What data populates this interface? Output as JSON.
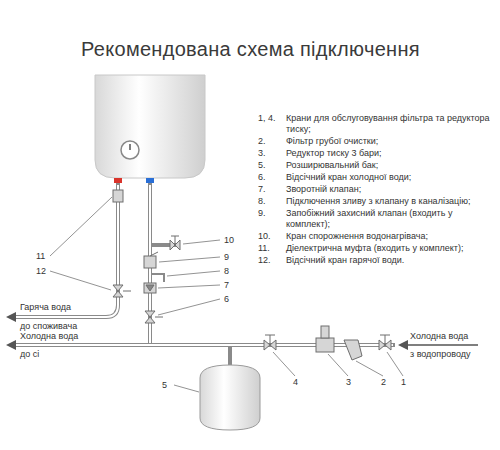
{
  "diagram": {
    "title": "Рекомендована схема підключення",
    "labels": [
      "1, 4.",
      "Крани для обслуговування фільтра та редуктора тиску;",
      "2.",
      "Фільтр грубої очистки;",
      "3.",
      "Редуктор тиску 3 бари;",
      "5.",
      "Розширювальний бак;",
      "6.",
      "Відсічний кран холодної води;",
      "7.",
      "Зворотній клапан;",
      "8.",
      "Підключення зливу з клапану в каналізацію;",
      "9.",
      "Запобіжний захисний клапан (входить у комплект);",
      "10.",
      "Кран спорожнення водонагрівача;",
      "11.",
      "Діелектрична муфта (входить у комплект);",
      "12.",
      "Відсічний кран гарячої води.",
      "11",
      "12",
      "10",
      "9",
      "8",
      "7",
      "6",
      "5",
      "4",
      "3",
      "2",
      "1",
      "Гаряча вода",
      "до споживача",
      "Холодна вода",
      "до сі",
      "Холодна вода",
      "з водопроводу"
    ]
  }
}
